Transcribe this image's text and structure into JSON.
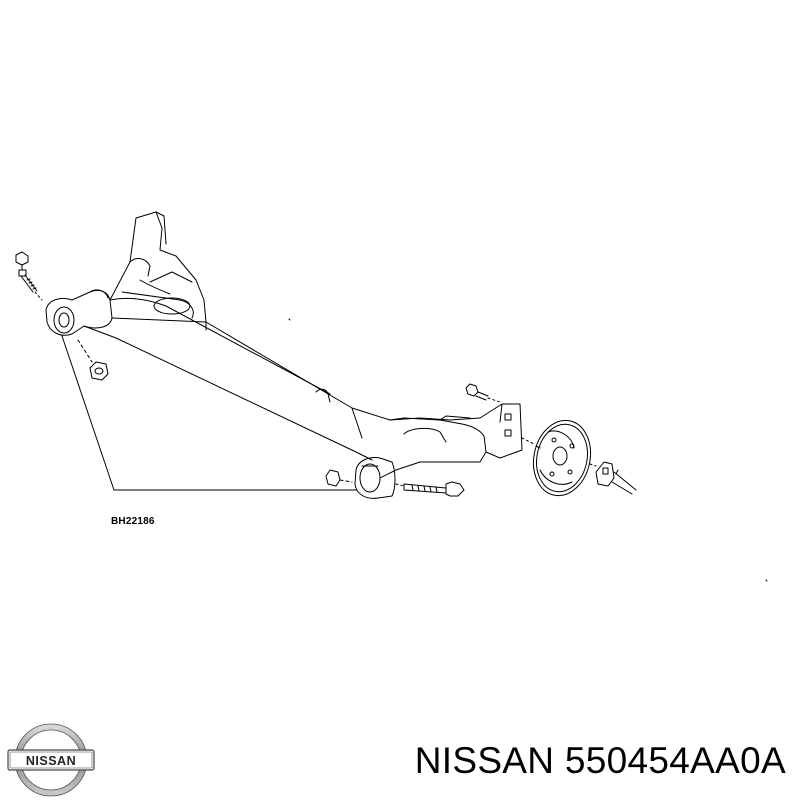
{
  "diagram": {
    "part_code": "BH22186"
  },
  "logo": {
    "text": "NISSAN",
    "colors": {
      "chrome": "#9a9a9a",
      "dark": "#222222",
      "band": "#ffffff"
    }
  },
  "caption": {
    "brand": "NISSAN",
    "part_number": "550454AA0A"
  },
  "colors": {
    "line": "#000000",
    "background": "#ffffff"
  }
}
